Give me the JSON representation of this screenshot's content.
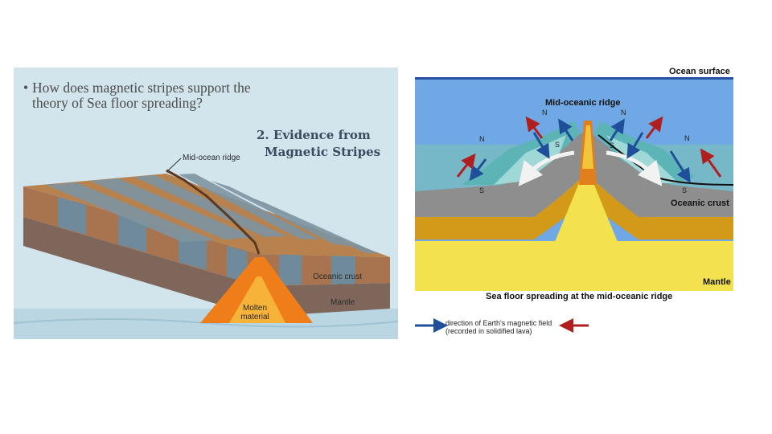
{
  "left": {
    "bullet": "•",
    "question": "How does magnetic stripes support the theory of Sea floor spreading?",
    "evidence_line1": "2. Evidence from",
    "evidence_line2": "Magnetic Stripes",
    "labels": {
      "ridge": "Mid-ocean ridge",
      "crust": "Oceanic crust",
      "mantle": "Mantle",
      "molten_line1": "Molten",
      "molten_line2": "material"
    }
  },
  "right": {
    "ocean_surface": "Ocean surface",
    "mid_ridge": "Mid-oceanic ridge",
    "oceanic_crust": "Oceanic crust",
    "mantle": "Mantle",
    "caption": "Sea floor spreading at the mid-oceanic ridge",
    "legend_line1": "direction of Earth's magnetic field",
    "legend_line2": "(recorded in solidified lava)",
    "pole_N": "N",
    "pole_S": "S",
    "colors": {
      "ocean": "#6fa8e4",
      "crust": "#8e8e8e",
      "mantle_band": "#d39a1a",
      "mantle": "#f3e14e",
      "normal_arrow": "#1f4f9a",
      "reversed_arrow": "#b01e1e"
    }
  }
}
